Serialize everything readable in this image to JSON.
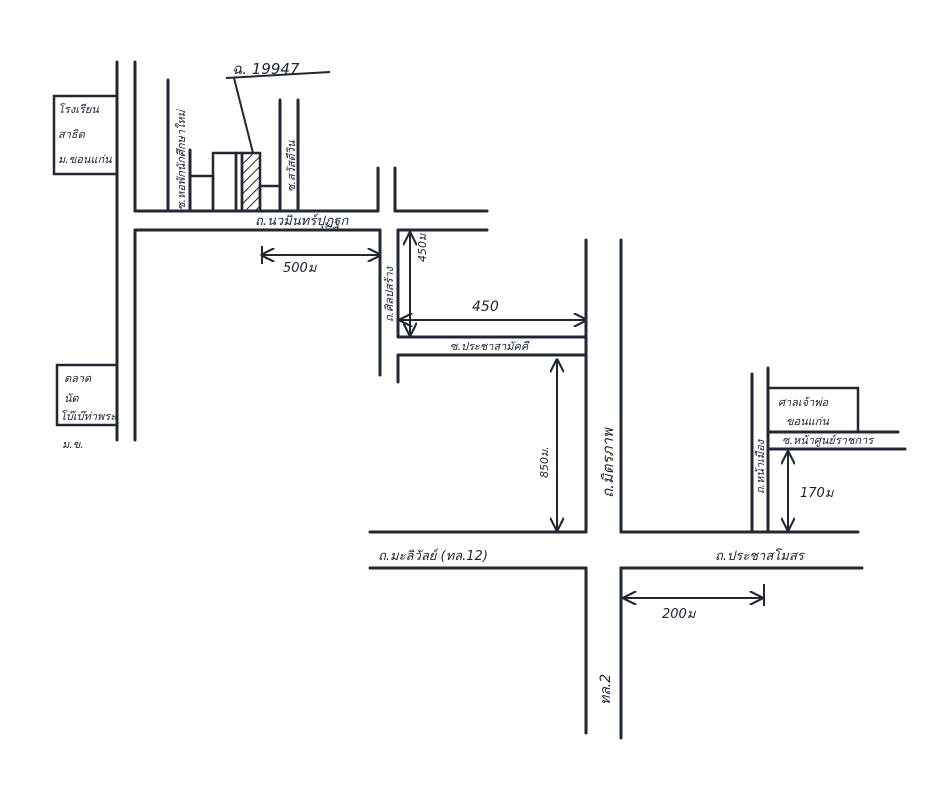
{
  "parcel": {
    "deed_label": "ฉ. 19947"
  },
  "landmarks": {
    "school": {
      "line1": "โรงเรียน",
      "line2": "สาธิต",
      "line3": "ม.ขอนแก่น"
    },
    "market": {
      "line1": "ตลาด",
      "line2": "นัด",
      "line3": "โบ๊เบ๊ท่าพระ",
      "line4": "ม.ข."
    },
    "shrine": {
      "line1": "ศาลเจ้าพ่อ",
      "line2": "ขอนแก่น"
    }
  },
  "roads": {
    "soi_west_of_parcel": "ซ.หอพักนักศึกษาใหม่",
    "soi_east_of_parcel": "ซ.สวัสดีวิน",
    "mitraphap_north_road": "ถ.นวมินทร์ปุฏฐก",
    "road_550_vertical": "ถ.ศิลปสร้าง",
    "soi_prachasamphan": "ซ.ประชาสามัคคี",
    "mittraphap": "ถ.มิตรภาพ",
    "malilao": "ถ.มะลิวัลย์ (ทล.12)",
    "prachasamosorn": "ถ.ประชาสโมสร",
    "hwy2": "ทล.2",
    "na_muang": "ถ.หน้าเมือง",
    "soi_shrine": "ซ.หน้าศูนย์ราชการ"
  },
  "distances": {
    "d_500": "500ม",
    "d_450_vertical": "450ม",
    "d_450_horizontal": "450",
    "d_850": "850ม.",
    "d_170": "170ม",
    "d_200": "200ม"
  }
}
